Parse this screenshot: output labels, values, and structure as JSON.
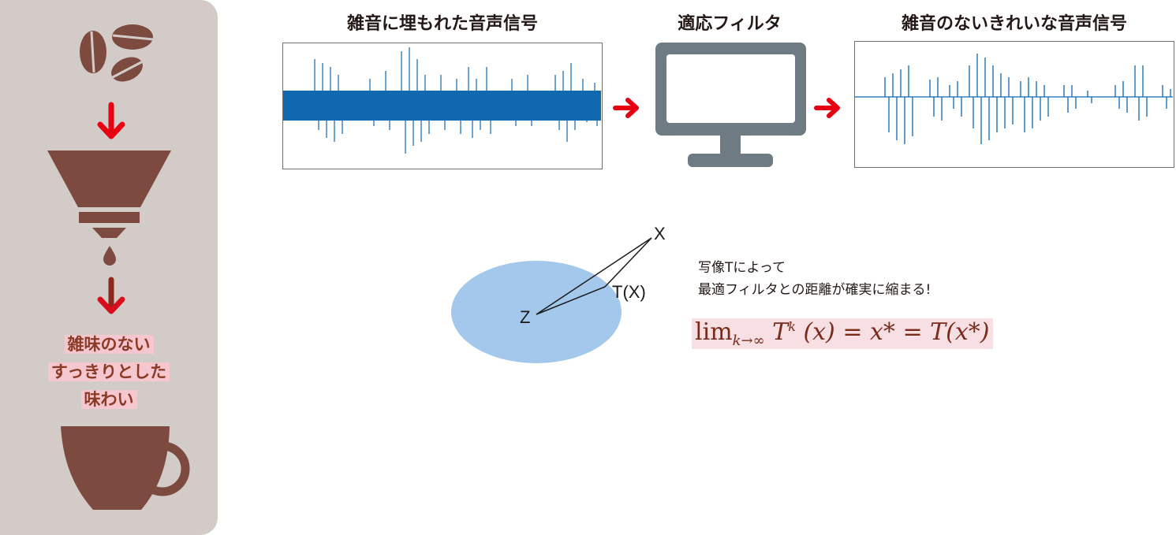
{
  "sidebar": {
    "background": "#d3cbc7",
    "brown": "#7d4a40",
    "arrow_color": "#e60012",
    "icons": [
      "coffee-beans",
      "arrow-down",
      "coffee-dripper",
      "coffee-drop",
      "arrow-down",
      "coffee-cup"
    ],
    "taste_lines": [
      "雑味のない",
      "すっきりとした",
      "味わい"
    ]
  },
  "pipeline": {
    "noisy": {
      "title": "雑音に埋もれた音声信号"
    },
    "filter": {
      "title": "適応フィルタ",
      "icon": "monitor",
      "color": "#6f7b82"
    },
    "clean": {
      "title": "雑音のないきれいな音声信号"
    },
    "arrow_color": "#e60012",
    "wave_color": "#0f68b0"
  },
  "mapping": {
    "set_color": "#a3c8ec",
    "points": {
      "x": "X",
      "tx": "T(X)",
      "z": "Z"
    },
    "caption_lines": [
      "写像Tによって",
      "最適フィルタとの距離が確実に縮まる!"
    ],
    "formula": {
      "lim": "lim",
      "subscript": "k→∞",
      "T": "T",
      "superscript": "k",
      "arg": "(x)",
      "eq1": "=",
      "xstar": "x*",
      "eq2": "=",
      "rhs": "T(x*)"
    }
  }
}
